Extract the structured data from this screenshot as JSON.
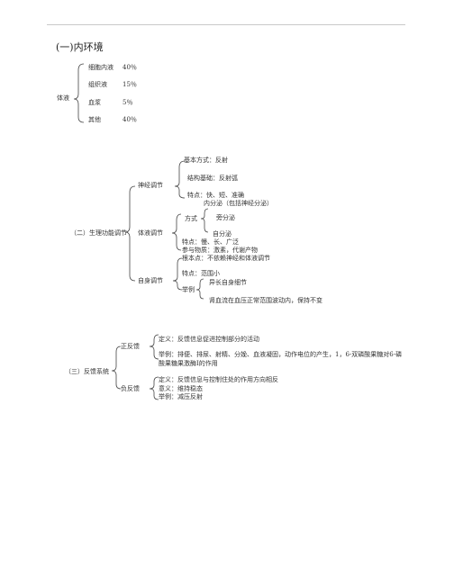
{
  "page": {
    "section1": {
      "title": "(一)内环境",
      "root": "体液",
      "items": [
        {
          "label": "细胞内液",
          "value": "40％"
        },
        {
          "label": "组织液",
          "value": "15％"
        },
        {
          "label": "血浆",
          "value": "5％"
        },
        {
          "label": "其他",
          "value": "40％"
        }
      ]
    },
    "section2": {
      "root": "（二）生理功能调节",
      "neural": {
        "label": "神经调节",
        "basic": "基本方式：反射",
        "structure": "结构基础：反射弧",
        "features": "特点：快、短、准确"
      },
      "humoral": {
        "label": "体液调节",
        "endocrine_parenthetical": "内分泌（包括神经分泌）",
        "mode": "方式",
        "paracrine": "旁分泌",
        "autocrine": "自分泌",
        "features": "特点：慢、长、广泛",
        "participants": "参与物质：激素，代谢产物"
      },
      "auto": {
        "label": "自身调节",
        "basic": "根本点：不依赖神经和体液调节",
        "features": "特点：范围小",
        "example": "举例",
        "example_1": "异长自身细节",
        "example_2": "肾血流在血压正常范围波动内，保持不变"
      }
    },
    "section3": {
      "root": "（三）反馈系统",
      "positive": {
        "label": "正反馈",
        "definition": "定义：反馈信息促进控制部分的活动",
        "example_line1": "举例：排便、排尿、射精、分娩、血液凝固，动作电位的产生，1，6-双磷酸果糖对6-磷",
        "example_line2": "酸果糖果激酶Ⅰ的作用"
      },
      "negative": {
        "label": "负反馈",
        "definition": "定义：反馈信息与控制住处的作用方向相反",
        "meaning": "意义：维持稳态",
        "example": "举例：减压反射"
      }
    }
  }
}
